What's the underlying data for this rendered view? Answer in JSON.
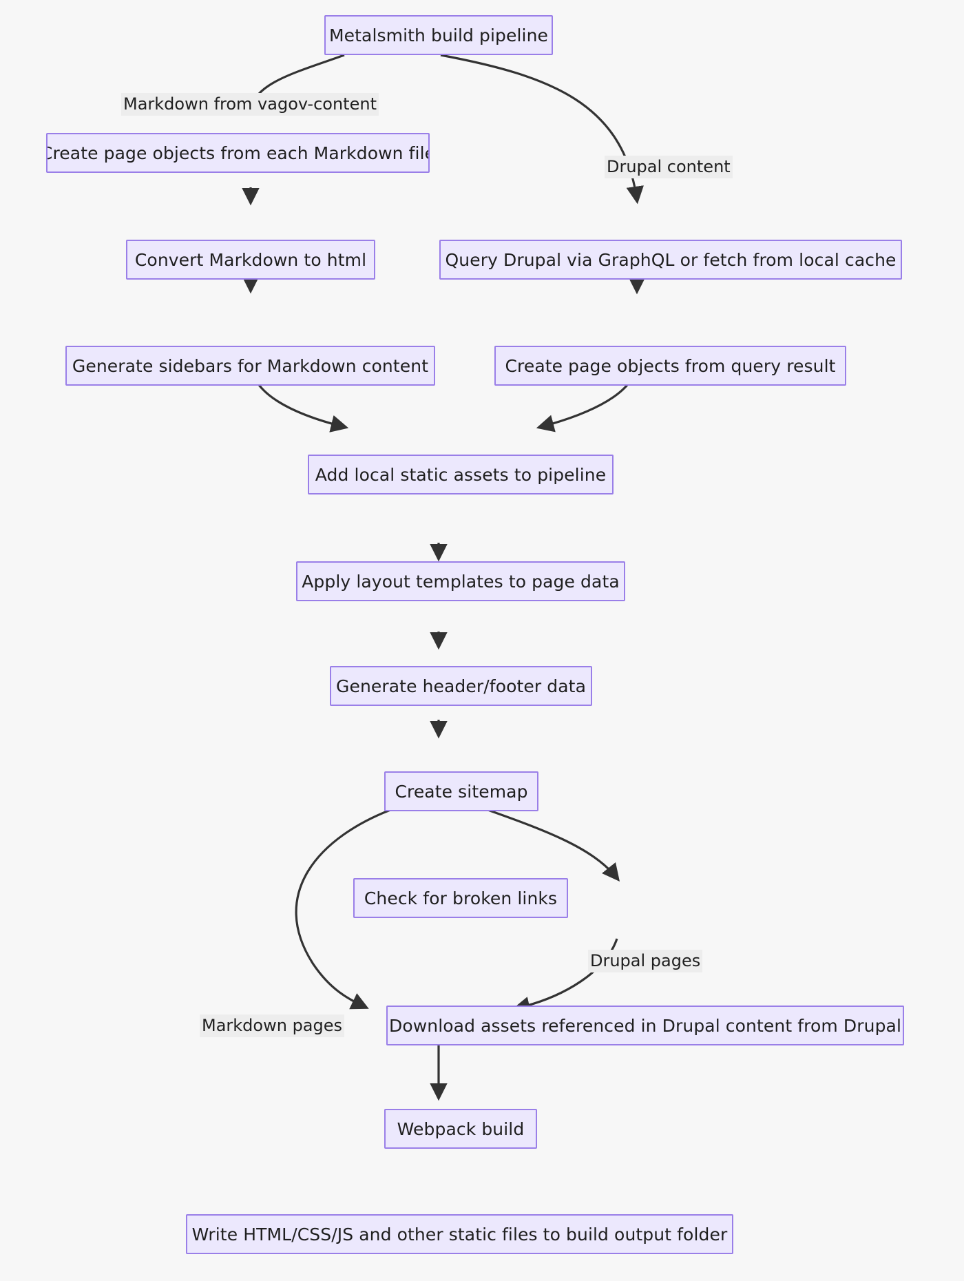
{
  "diagram": {
    "type": "flowchart",
    "direction": "top-down",
    "title": "Metalsmith build pipeline",
    "theme": {
      "background": "#F7F7F7",
      "node_fill": "#ECE8FD",
      "node_border": "#9A7FE8",
      "text_color": "#1F1F1F",
      "edge_color": "#333333",
      "edge_label_bg": "#EDEDED"
    },
    "nodes": [
      {
        "id": "n1",
        "label": "Metalsmith build pipeline"
      },
      {
        "id": "n2",
        "label": "Create page objects from each Markdown file"
      },
      {
        "id": "n3",
        "label": "Convert Markdown to html"
      },
      {
        "id": "n4",
        "label": "Generate sidebars for Markdown content"
      },
      {
        "id": "n5",
        "label": "Query Drupal via GraphQL or fetch from local cache"
      },
      {
        "id": "n6",
        "label": "Create page objects from query result"
      },
      {
        "id": "n7",
        "label": "Add local static assets to pipeline"
      },
      {
        "id": "n8",
        "label": "Apply layout templates to page data"
      },
      {
        "id": "n9",
        "label": "Generate header/footer data"
      },
      {
        "id": "n10",
        "label": "Create sitemap"
      },
      {
        "id": "n11",
        "label": "Check for broken links"
      },
      {
        "id": "n12",
        "label": "Download assets referenced in Drupal content from Drupal"
      },
      {
        "id": "n13",
        "label": "Webpack build"
      },
      {
        "id": "n14",
        "label": "Write HTML/CSS/JS and other static files to build output folder"
      }
    ],
    "edges": [
      {
        "from": "n1",
        "to": "n2",
        "label": "Markdown from vagov-content"
      },
      {
        "from": "n1",
        "to": "n5",
        "label": "Drupal content"
      },
      {
        "from": "n2",
        "to": "n3",
        "label": ""
      },
      {
        "from": "n3",
        "to": "n4",
        "label": ""
      },
      {
        "from": "n5",
        "to": "n6",
        "label": ""
      },
      {
        "from": "n4",
        "to": "n7",
        "label": ""
      },
      {
        "from": "n6",
        "to": "n7",
        "label": ""
      },
      {
        "from": "n7",
        "to": "n8",
        "label": ""
      },
      {
        "from": "n8",
        "to": "n9",
        "label": ""
      },
      {
        "from": "n9",
        "to": "n10",
        "label": ""
      },
      {
        "from": "n10",
        "to": "n11",
        "label": ""
      },
      {
        "from": "n11",
        "to": "n12",
        "label": "Drupal pages"
      },
      {
        "from": "n11",
        "to": "n13",
        "label": "Markdown pages"
      },
      {
        "from": "n12",
        "to": "n13",
        "label": ""
      },
      {
        "from": "n13",
        "to": "n14",
        "label": ""
      }
    ],
    "edge_labels": {
      "markdown_from_vagov_content": "Markdown from vagov-content",
      "drupal_content": "Drupal content",
      "drupal_pages": "Drupal pages",
      "markdown_pages": "Markdown pages"
    }
  }
}
